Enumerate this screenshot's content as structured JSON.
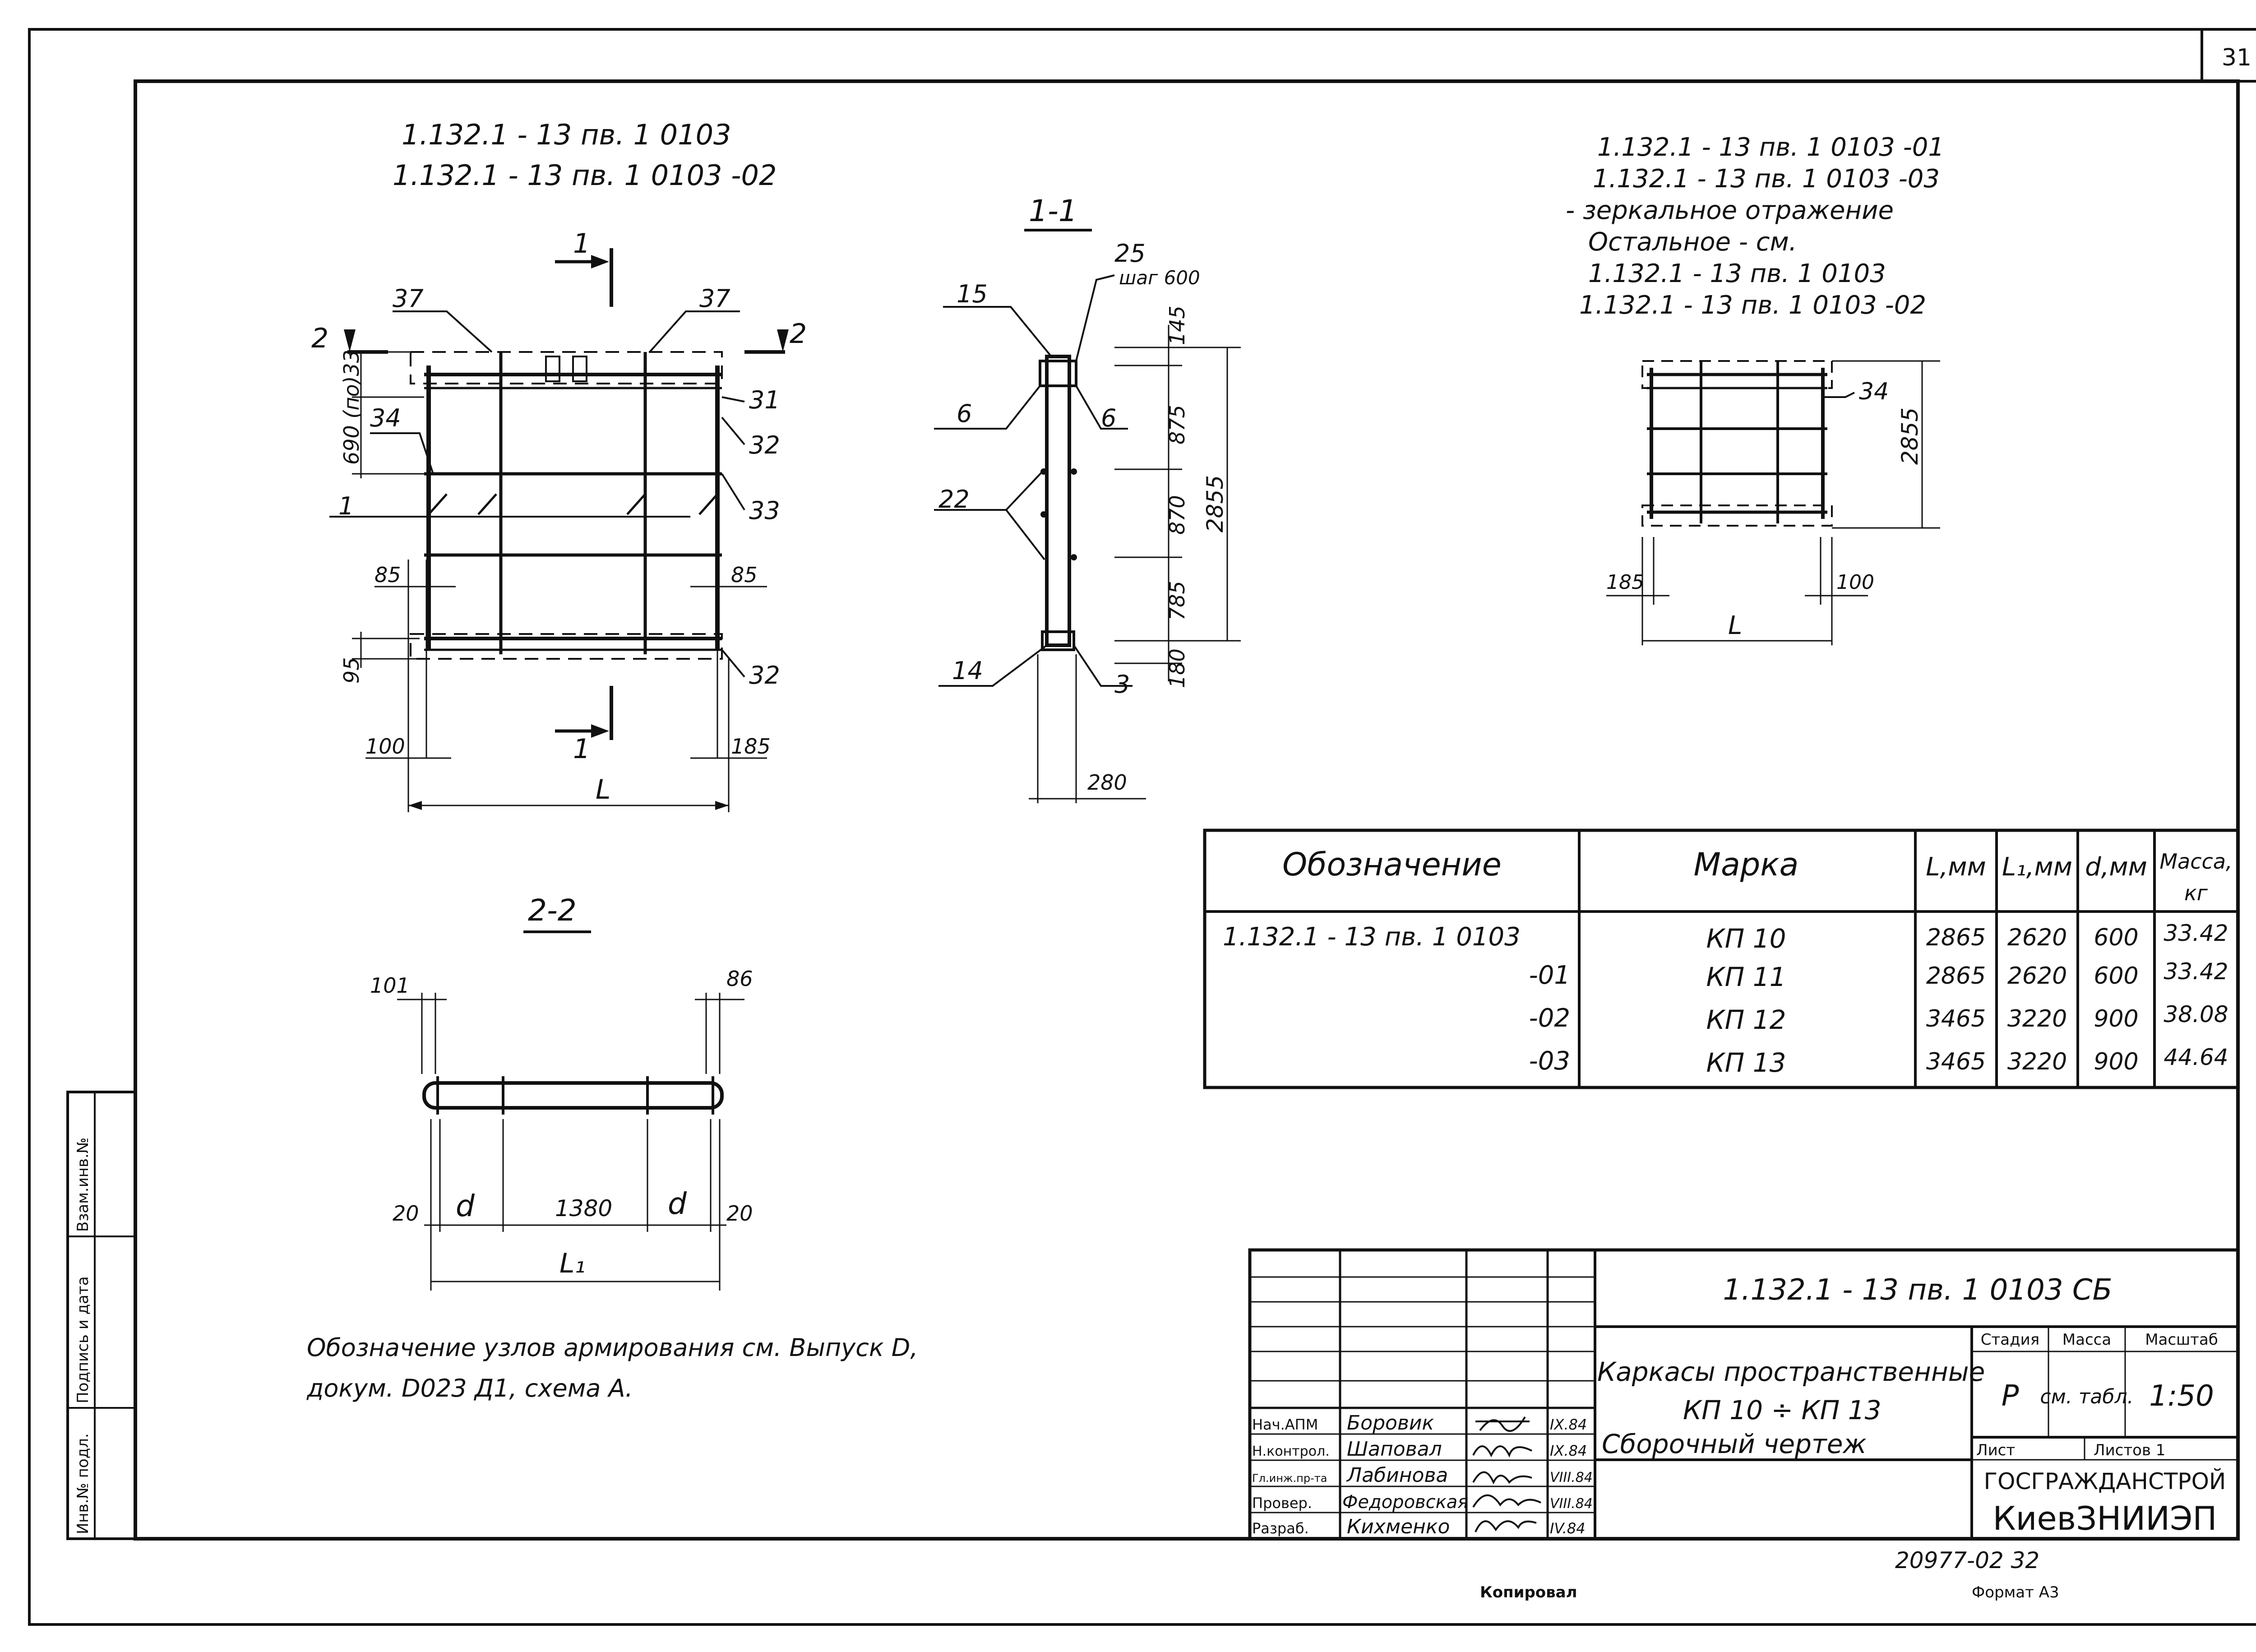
{
  "page_number": "31",
  "views": {
    "left_titles": [
      "1.132.1 - 13 пв. 1 0103",
      "1.132.1 - 13 пв. 1 0103 -02"
    ],
    "right_titles": [
      "1.132.1 - 13 пв. 1 0103 -01",
      "1.132.1 - 13 пв. 1 0103 -03",
      "- зеркальное отражение",
      "Остальное - см.",
      "1.132.1 - 13 пв. 1 0103",
      "1.132.1 - 13 пв. 1 0103 -02"
    ],
    "section_1": "1-1",
    "section_2": "2-2",
    "marks": {
      "s1a": "1",
      "s1b": "1",
      "s2a": "2",
      "s2b": "2",
      "m37a": "37",
      "m37b": "37",
      "m31": "31",
      "m32a": "32",
      "m32b": "32",
      "m33": "33",
      "m34": "34",
      "m1": "1",
      "m34r": "34",
      "m15": "15",
      "m25": "25",
      "m25_step": "шаг 600",
      "m6a": "6",
      "m6b": "6",
      "m22": "22",
      "m14": "14",
      "m3": "3"
    },
    "dims": {
      "d690": "690 (по)33",
      "d85a": "85",
      "d85b": "85",
      "d95": "95",
      "d100": "100",
      "d185": "185",
      "dL": "L",
      "d145": "145",
      "d875": "875",
      "d870": "870",
      "d785": "785",
      "d180": "180",
      "d2855": "2855",
      "d280": "280",
      "r2855": "2855",
      "r185": "185",
      "r100": "100",
      "rL": "L",
      "s101": "101",
      "s86": "86",
      "s20a": "20",
      "s20b": "20",
      "sd1": "d",
      "sd2": "d",
      "s1380": "1380",
      "sL1": "L₁"
    }
  },
  "note": [
    "Обозначение узлов армирования см. Выпуск D,",
    "докум. D023 Д1, схема А."
  ],
  "spec_table": {
    "headers": [
      "Обозначение",
      "Марка",
      "L,мм",
      "L₁,мм",
      "d,мм",
      "Масса,",
      "кг"
    ],
    "rows": [
      [
        "1.132.1 - 13 пв. 1   0103",
        "КП 10",
        "2865",
        "2620",
        "600",
        "33.42"
      ],
      [
        "-01",
        "КП 11",
        "2865",
        "2620",
        "600",
        "33.42"
      ],
      [
        "-02",
        "КП 12",
        "3465",
        "3220",
        "900",
        "38.08"
      ],
      [
        "-03",
        "КП 13",
        "3465",
        "3220",
        "900",
        "44.64"
      ]
    ]
  },
  "title_block": {
    "code": "1.132.1 - 13 пв. 1  0103  СБ",
    "name_lines": [
      "Каркасы пространственные",
      "КП 10 ÷ КП 13",
      "Сборочный  чертеж"
    ],
    "col_stage": "Стадия",
    "col_mass": "Масса",
    "col_scale": "Масштаб",
    "stage": "Р",
    "mass": "см. табл.",
    "scale": "1:50",
    "sheet_label": "Лист",
    "sheets_label": "Листов 1",
    "org1": "ГОСГРАЖДАНСТРОЙ",
    "org2": "КиевЗНИИЭП",
    "roles": [
      {
        "role": "Нач.АПМ",
        "name": "Боровик",
        "date": "IX.84"
      },
      {
        "role": "Н.контрол.",
        "name": "Шаповал",
        "date": "IX.84"
      },
      {
        "role": "Гл.инж.пр-та",
        "name": "Лабинова",
        "date": "VIII.84"
      },
      {
        "role": "Провер.",
        "name": "Федоровская",
        "date": "VIII.84"
      },
      {
        "role": "Разраб.",
        "name": "Кихменко",
        "date": "IV.84"
      }
    ]
  },
  "side_stamp": [
    "Взам.инв.№",
    "Подпись и дата",
    "Инв.№ подл."
  ],
  "bottom": {
    "doc_no": "20977-02 32",
    "copied": "Копировал",
    "format": "Формат А3"
  }
}
